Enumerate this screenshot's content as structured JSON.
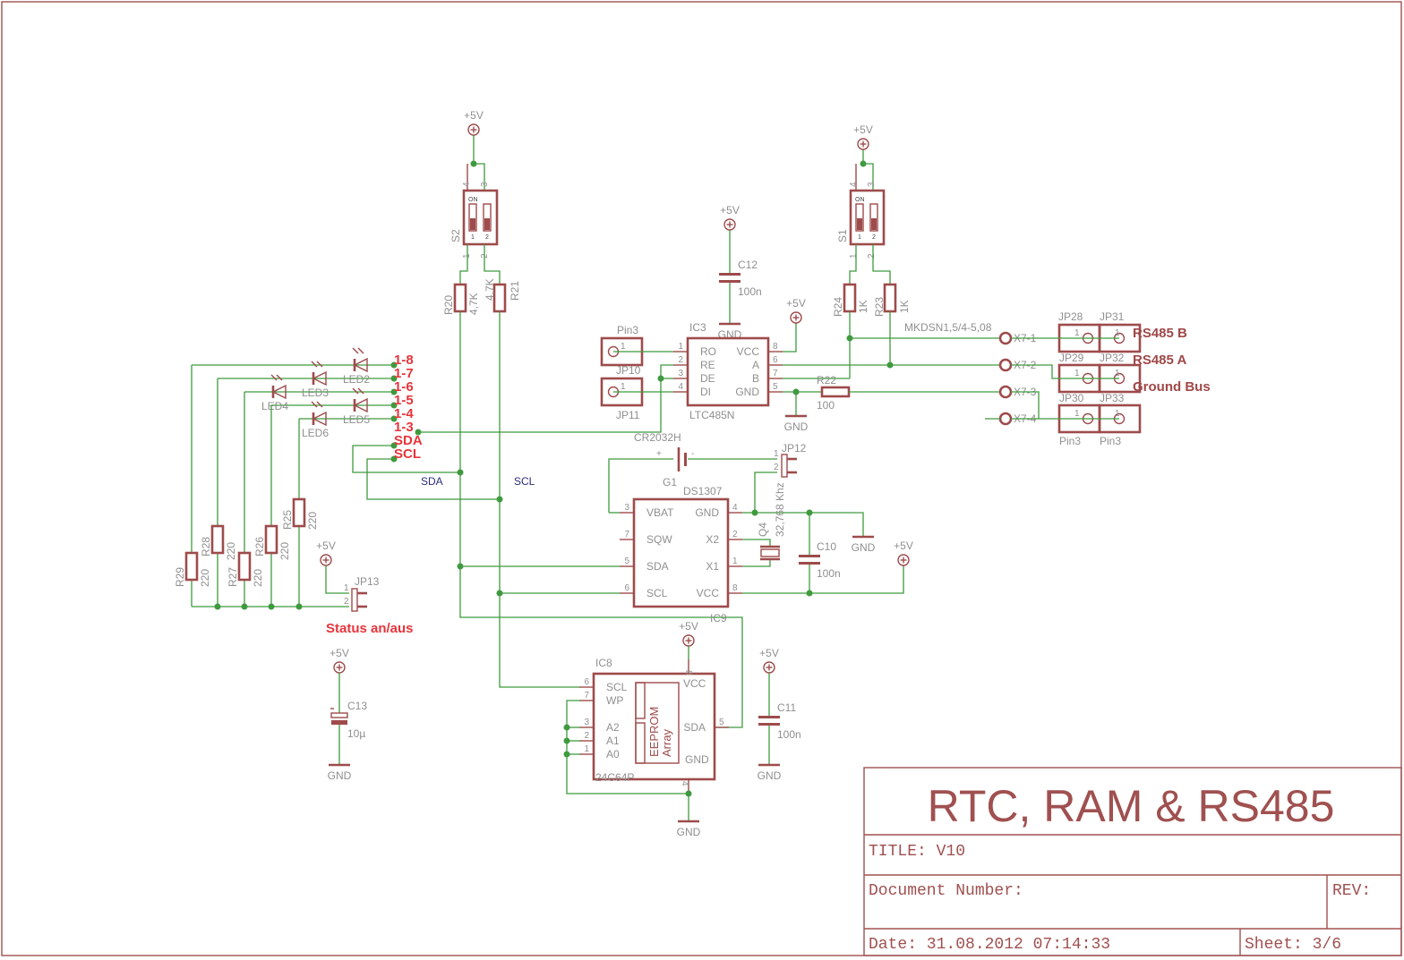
{
  "colors": {
    "wire": "#3f9a3f",
    "part": "#9e4b4b",
    "text": "#8f8f8f",
    "net_label_red": "#e8343a",
    "net_label_blue": "#2c2c80",
    "frame": "#a05050"
  },
  "net": {
    "vcc": "+5V",
    "gnd": "GND"
  },
  "title_block": {
    "title": "RTC, RAM & RS485",
    "title_line": "TITLE:  V10",
    "doc_label": "Document Number:",
    "rev_label": "REV:",
    "date_line": "Date: 31.08.2012 07:14:33",
    "sheet_line": "Sheet: 3/6"
  },
  "switches": [
    {
      "ref": "S2",
      "on": "ON",
      "sw": [
        "1",
        "2"
      ],
      "top_pins": [
        "4",
        "3"
      ],
      "bottom_pins": [
        "1",
        "2"
      ]
    },
    {
      "ref": "S1",
      "on": "ON",
      "sw": [
        "1",
        "2"
      ],
      "top_pins": [
        "4",
        "3"
      ],
      "bottom_pins": [
        "1",
        "2"
      ]
    }
  ],
  "resistors": {
    "r20": {
      "ref": "R20",
      "value": "4,7K"
    },
    "r21": {
      "ref": "R21",
      "value": "4,7K"
    },
    "r24": {
      "ref": "R24",
      "value": "1K"
    },
    "r23": {
      "ref": "R23",
      "value": "1K"
    },
    "r22": {
      "ref": "R22",
      "value": "100"
    },
    "r29": {
      "ref": "R29",
      "value": "220"
    },
    "r28": {
      "ref": "R28",
      "value": "220"
    },
    "r27": {
      "ref": "R27",
      "value": "220"
    },
    "r26": {
      "ref": "R26",
      "value": "220"
    },
    "r25": {
      "ref": "R25",
      "value": "220"
    }
  },
  "caps": {
    "c12": {
      "ref": "C12",
      "value": "100n"
    },
    "c10": {
      "ref": "C10",
      "value": "100n"
    },
    "c11": {
      "ref": "C11",
      "value": "100n"
    },
    "c13": {
      "ref": "C13",
      "value": "10µ"
    }
  },
  "ic3": {
    "ref": "IC3",
    "value": "LTC485N",
    "left": [
      [
        "1",
        "RO"
      ],
      [
        "2",
        "RE"
      ],
      [
        "3",
        "DE"
      ],
      [
        "4",
        "DI"
      ]
    ],
    "right": [
      [
        "8",
        "VCC"
      ],
      [
        "6",
        "A"
      ],
      [
        "7",
        "B"
      ],
      [
        "5",
        "GND"
      ]
    ]
  },
  "ds1307": {
    "ref": "DS1307",
    "left": [
      [
        "3",
        "VBAT"
      ],
      [
        "7",
        "SQW"
      ],
      [
        "5",
        "SDA"
      ],
      [
        "6",
        "SCL"
      ]
    ],
    "right": [
      [
        "4",
        "GND"
      ],
      [
        "2",
        "X2"
      ],
      [
        "1",
        "X1"
      ],
      [
        "8",
        "VCC"
      ]
    ]
  },
  "ic8": {
    "ref": "IC8",
    "ref2": "IC9",
    "value": "24C64P",
    "left": [
      [
        "6",
        "SCL"
      ],
      [
        "7",
        "WP"
      ],
      [
        "3",
        "A2"
      ],
      [
        "2",
        "A1"
      ],
      [
        "1",
        "A0"
      ]
    ],
    "right": [
      [
        "5",
        "SDA"
      ]
    ],
    "vcc": [
      "8",
      "VCC"
    ],
    "gnd": [
      "4",
      "GND"
    ],
    "inner": [
      "EEPROM",
      "Array"
    ]
  },
  "battery": {
    "ref": "G1",
    "value": "CR2032H",
    "plus": "+",
    "minus": "-"
  },
  "crystal": {
    "ref": "Q4",
    "value": "32,768 Khz"
  },
  "jp12": {
    "ref": "JP12",
    "pins": [
      "1",
      "2"
    ]
  },
  "jp13": {
    "ref": "JP13",
    "pins": [
      "1",
      "2"
    ],
    "label": "Status an/aus"
  },
  "left_headers": {
    "top_label": "Pin3",
    "top_ref": "JP10",
    "bottom_ref": "JP11",
    "pin": "1"
  },
  "leds": [
    "LED2",
    "LED3",
    "LED4",
    "LED5",
    "LED6"
  ],
  "led_nets": [
    "1-8",
    "1-7",
    "1-6",
    "1-5",
    "1-4",
    "1-3",
    "SDA",
    "SCL"
  ],
  "bus_nets": {
    "sda": "SDA",
    "scl": "SCL"
  },
  "x7": {
    "pins": [
      "X7-1",
      "X7-2",
      "X7-3",
      "X7-4"
    ],
    "value": "MKDSN1,5/4-5,08"
  },
  "pin_headers": {
    "refs": [
      "JP28",
      "JP31",
      "JP29",
      "JP32",
      "JP30",
      "JP33"
    ],
    "value": "Pin3",
    "pin": "1"
  },
  "bus_labels": [
    "RS485 B",
    "RS485 A",
    "Ground Bus"
  ]
}
